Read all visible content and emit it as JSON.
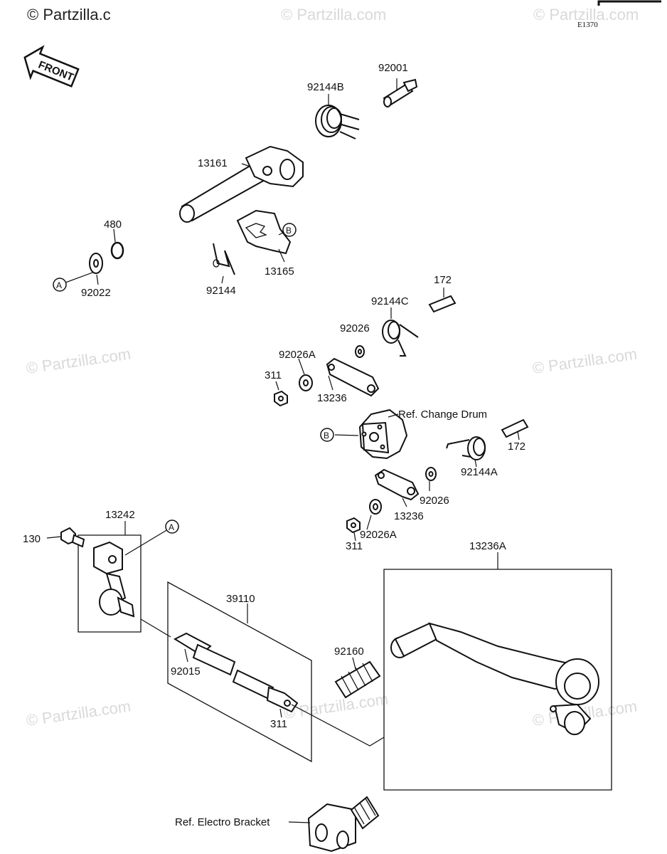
{
  "watermark": {
    "text": "© Partzilla.com",
    "corner_text": "© Partzilla.c"
  },
  "diagram_code": "E1370",
  "front_label": "FRONT",
  "callouts": {
    "A": "A",
    "B": "B"
  },
  "parts": {
    "p92001": "92001",
    "p92144B": "92144B",
    "p13161": "13161",
    "p480": "480",
    "p13165": "13165",
    "p92144": "92144",
    "p92022": "92022",
    "p172_top": "172",
    "p92144C": "92144C",
    "p92026_top": "92026",
    "p92026A_top": "92026A",
    "p311_top": "311",
    "p13236_top": "13236",
    "ref_change_drum": "Ref. Change Drum",
    "p172_mid": "172",
    "p92144A": "92144A",
    "p92026_bot": "92026",
    "p13236_bot": "13236",
    "p92026A_bot": "92026A",
    "p311_bot": "311",
    "p13242": "13242",
    "p130": "130",
    "p13236A": "13236A",
    "p39110": "39110",
    "p92160": "92160",
    "p92015": "92015",
    "p311_rod": "311",
    "ref_electro_bracket": "Ref. Electro Bracket"
  }
}
